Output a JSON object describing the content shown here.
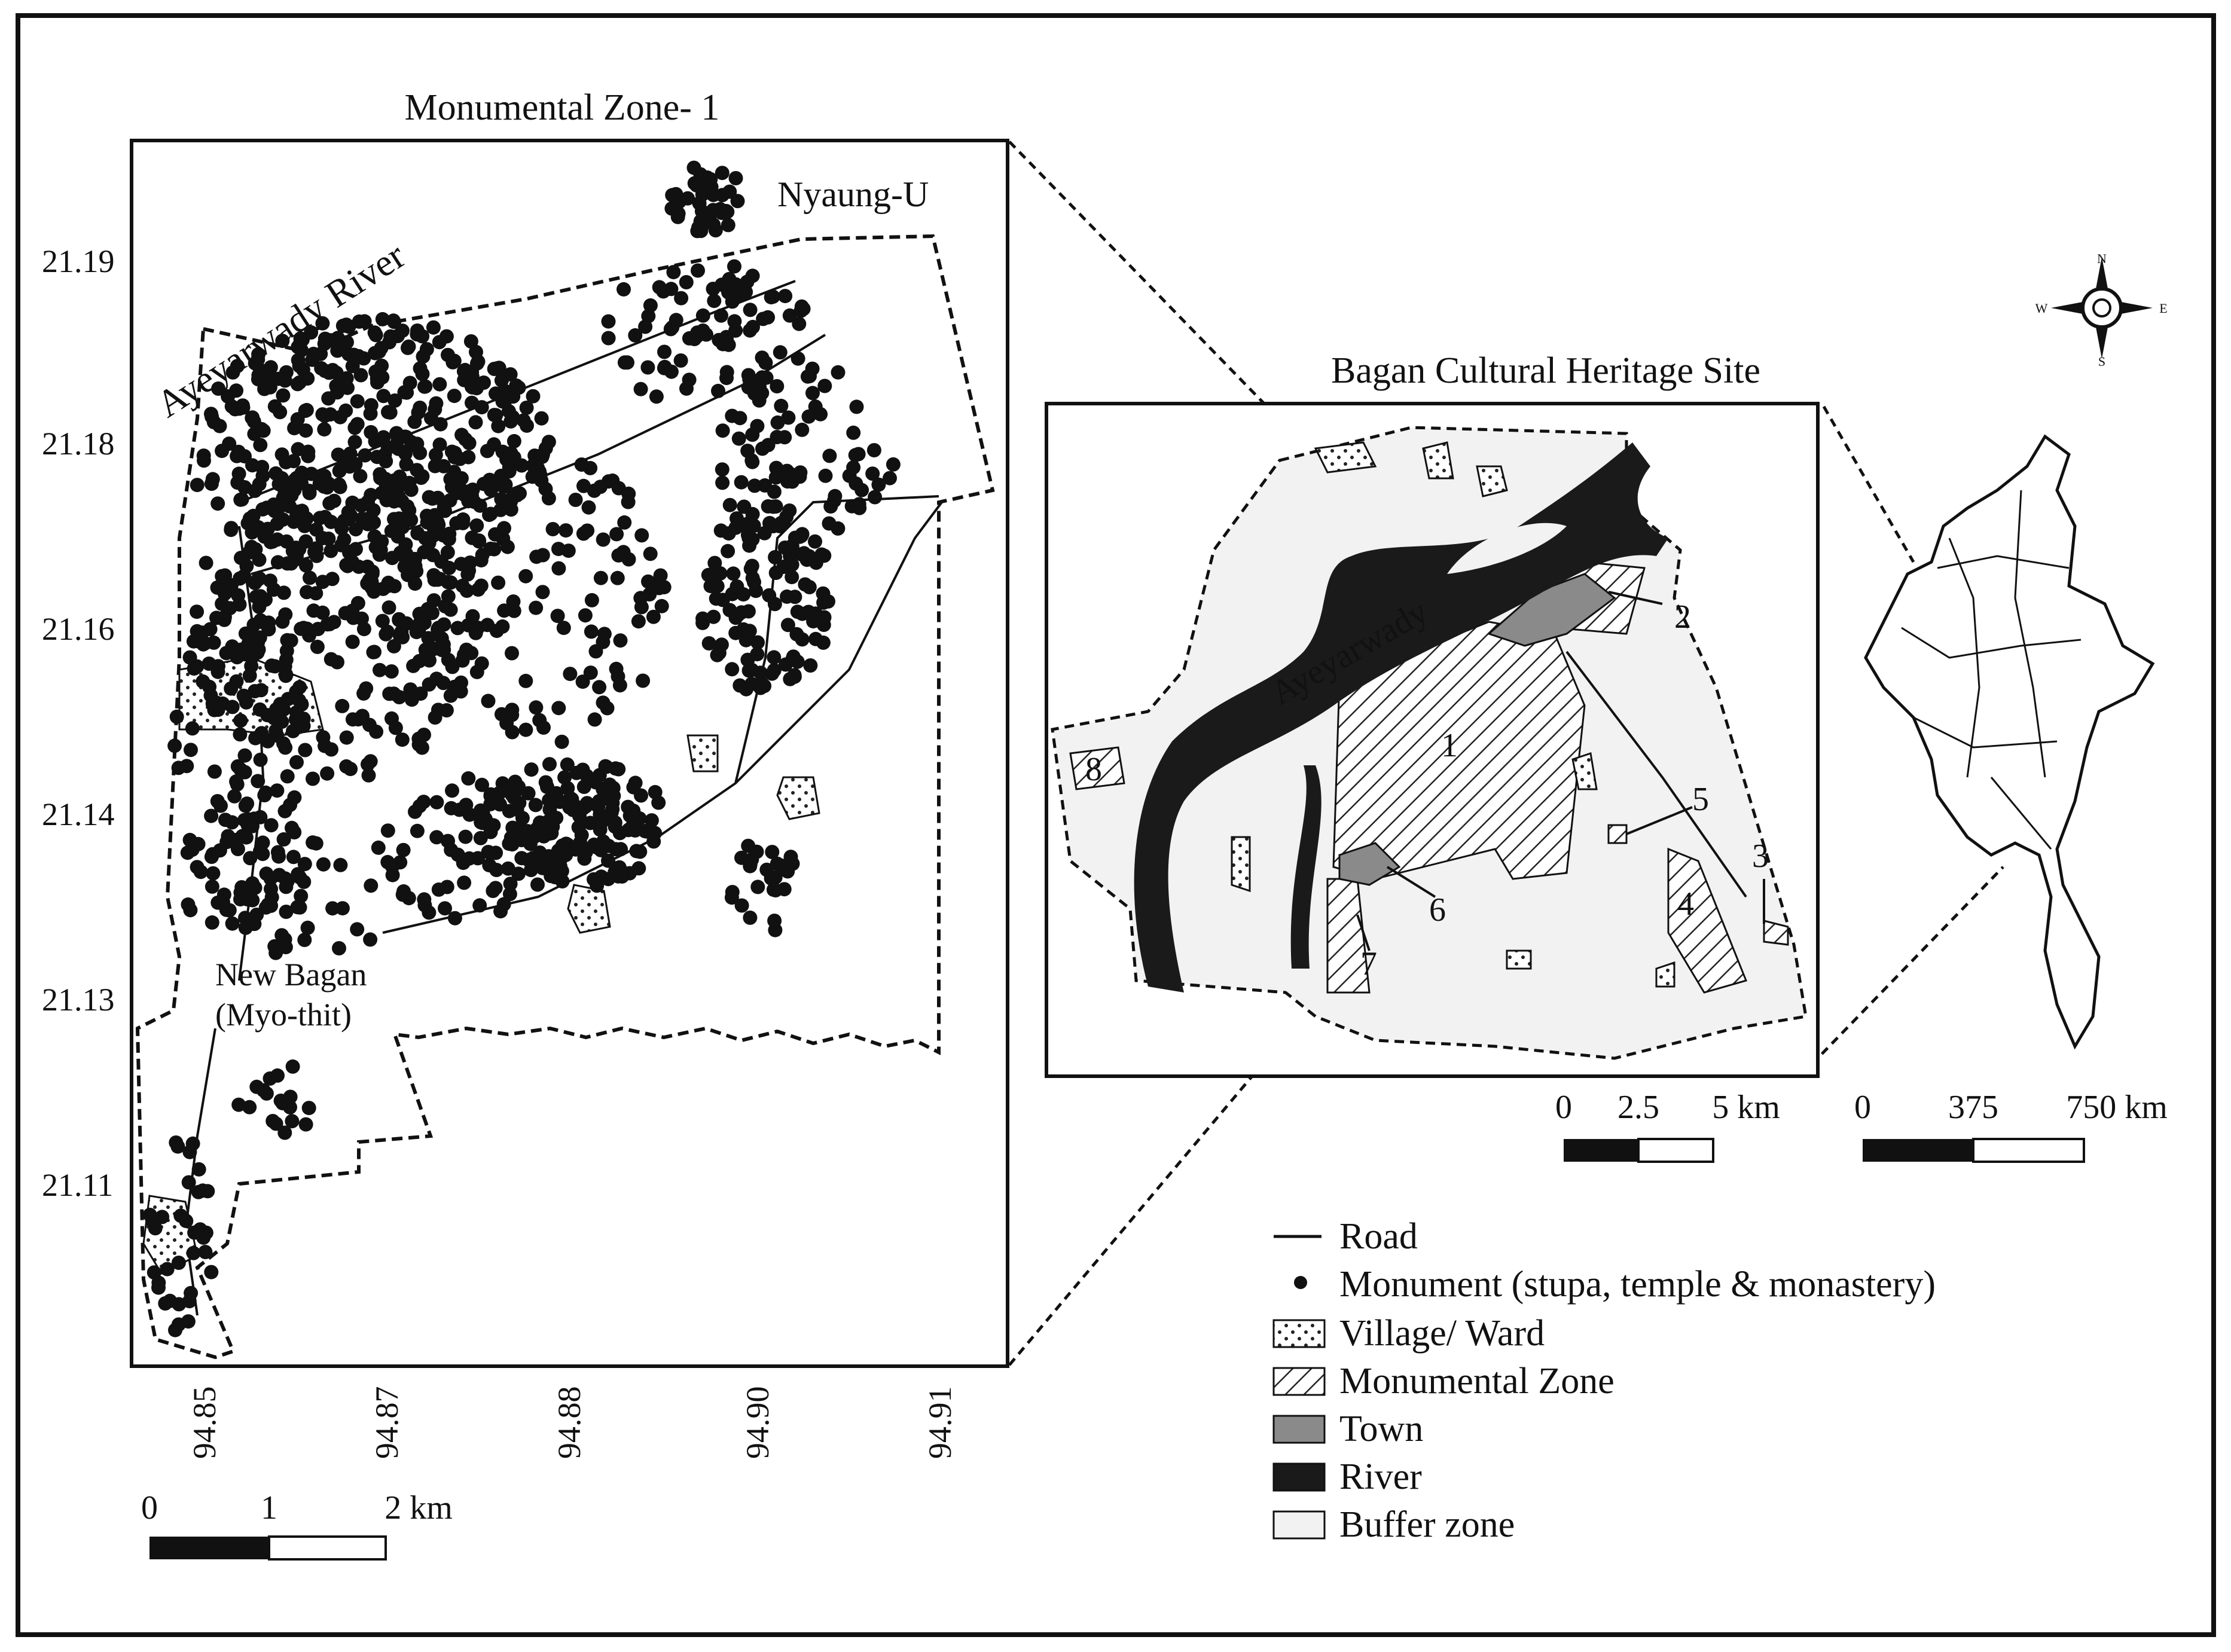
{
  "zone1": {
    "title": "Monumental Zone- 1",
    "river_label": "Ayeyarwady River",
    "town_north": "Nyaung-U",
    "town_south_line1": "New Bagan",
    "town_south_line2": "(Myo-thit)",
    "lat_ticks": [
      "21.19",
      "21.18",
      "21.16",
      "21.14",
      "21.13",
      "21.11"
    ],
    "lon_ticks": [
      "94.85",
      "94.87",
      "94.88",
      "94.90",
      "94.91"
    ],
    "scale": [
      "0",
      "1",
      "2 km"
    ]
  },
  "site": {
    "title": "Bagan Cultural Heritage Site",
    "river_label": "Ayeyarwady",
    "zone_numbers": [
      "1",
      "2",
      "3",
      "4",
      "5",
      "6",
      "7",
      "8"
    ],
    "scale": [
      "0",
      "2.5",
      "5 km"
    ]
  },
  "country": {
    "scale": [
      "0",
      "375",
      "750 km"
    ],
    "compass": [
      "N",
      "E",
      "S",
      "W"
    ]
  },
  "legend": [
    {
      "key": "road",
      "label": "Road"
    },
    {
      "key": "monument",
      "label": "Monument (stupa, temple & monastery)"
    },
    {
      "key": "village",
      "label": "Village/ Ward"
    },
    {
      "key": "monumental",
      "label": "Monumental Zone"
    },
    {
      "key": "town",
      "label": "Town"
    },
    {
      "key": "river",
      "label": "River"
    },
    {
      "key": "buffer",
      "label": "Buffer zone"
    }
  ],
  "colors": {
    "river": "#1a1a1a",
    "town": "#8a8a8a",
    "buffer": "#f2f2f2",
    "monument": "#111111",
    "line": "#111111"
  }
}
